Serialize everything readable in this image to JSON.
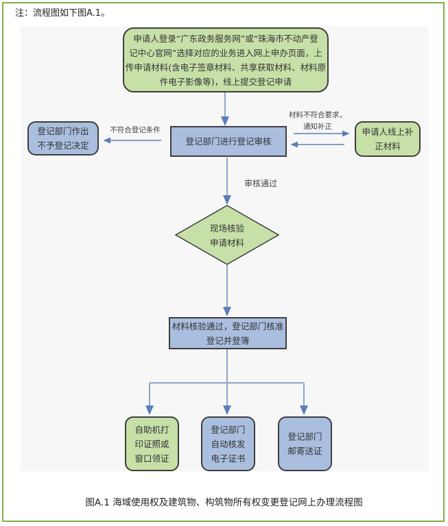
{
  "note": "注：流程图如下图A.1。",
  "nodes": {
    "start": "申请人登录“广东政务服务网”或“珠海市不动产登记中心官网”选择对应的业务进入网上申办页面，上传申请材料(含电子签章材料、共享获取材料、材料原件电子影像等)，线上提交登记申请",
    "start_lines": [
      "申请人登录“广东政务服务网”或“珠海市不动产登",
      "记中心官网”选择对应的业务进入网上申办页面，上",
      "传申请材料(含电子签章材料、共享获取材料、材料原",
      "件电子影像等)，线上提交登记申请"
    ],
    "review": "登记部门进行登记审核",
    "reject_lines": [
      "登记部门作出",
      "不予登记决定"
    ],
    "supplement_lines": [
      "申请人线上补",
      "正材料"
    ],
    "onsite_lines": [
      "现场核验",
      "申请材料"
    ],
    "approve_lines": [
      "材料核验通过，登记部门核准",
      "登记并登簿"
    ],
    "out1_lines": [
      "自助机打",
      "印证照或",
      "窗口领证"
    ],
    "out2_lines": [
      "登记部门",
      "自动核发",
      "电子证书"
    ],
    "out3_lines": [
      "登记部门",
      "邮寄送证"
    ]
  },
  "edges": {
    "reject_label": "不符合登记条件",
    "supplement_label_lines": [
      "材料不符合要求，",
      "通知补正"
    ],
    "pass_label": "审核通过"
  },
  "caption": "图A.1 海域使用权及建筑物、构筑物所有权变更登记网上办理流程图",
  "colors": {
    "green": "#c7e0a8",
    "blue": "#aabedf",
    "arrow": "#5b7fb8",
    "frame": "#7cb04a"
  }
}
